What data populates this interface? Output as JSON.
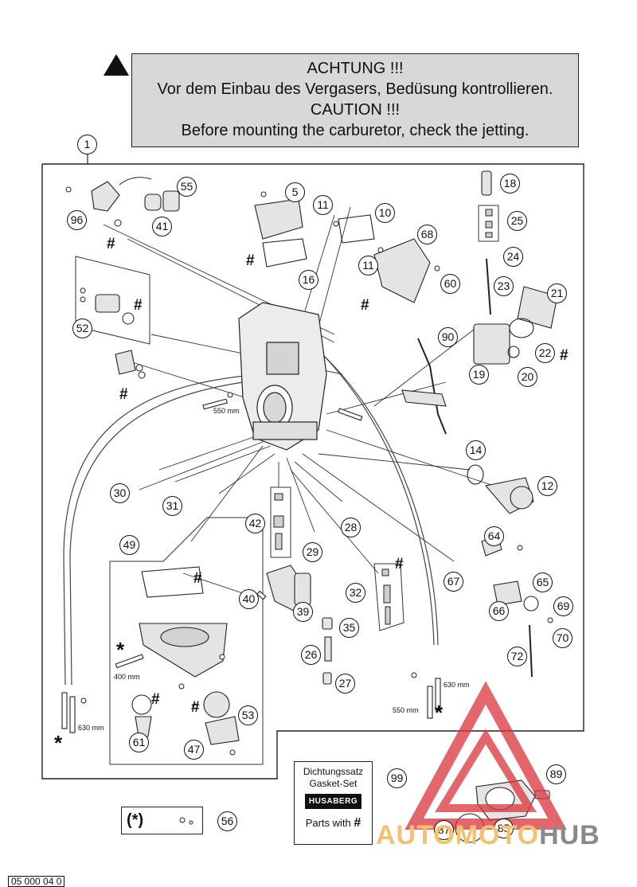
{
  "warning": {
    "lines": [
      "ACHTUNG !!!",
      "Vor dem Einbau des Vergasers, Bedüsung kontrollieren.",
      "CAUTION !!!",
      "Before mounting the carburetor, check the jetting."
    ]
  },
  "callouts": [
    "1",
    "96",
    "41",
    "55",
    "5",
    "11",
    "10",
    "68",
    "18",
    "25",
    "24",
    "23",
    "21",
    "22",
    "20",
    "19",
    "60",
    "11",
    "16",
    "52",
    "90",
    "14",
    "12",
    "30",
    "31",
    "42",
    "28",
    "29",
    "49",
    "32",
    "67",
    "64",
    "65",
    "66",
    "69",
    "70",
    "72",
    "40",
    "39",
    "35",
    "26",
    "27",
    "53",
    "61",
    "47",
    "99",
    "89",
    "87",
    "85",
    "56"
  ],
  "dimensions": [
    "550 mm",
    "400 mm",
    "630 mm",
    "550 mm",
    "630 mm"
  ],
  "markers": {
    "hash": "#",
    "star": "*"
  },
  "gasket_set": {
    "line1": "Dichtungssatz",
    "line2": "Gasket-Set",
    "logo": "HUSABERG",
    "parts_label": "Parts with",
    "parts_symbol": "#"
  },
  "legend_box": {
    "symbol": "(*)"
  },
  "watermark": {
    "part1": "AUTOMOTO",
    "part2": "HUB",
    "color_red": "#d9343a",
    "color_orange": "#f5c16e"
  },
  "footer_code": "05 000 04 0"
}
